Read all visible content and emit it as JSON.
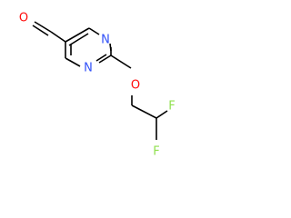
{
  "molecule": {
    "atoms": {
      "aldehyde_oxygen": "O",
      "ring_nitrogen_top": "N",
      "ring_nitrogen_bottom": "N",
      "ether_oxygen": "O",
      "fluorine_right": "F",
      "fluorine_bottom": "F"
    },
    "colors": {
      "bond": "#000000",
      "oxygen": "#ff0d0d",
      "nitrogen": "#3050f8",
      "fluorine": "#90e050"
    }
  }
}
